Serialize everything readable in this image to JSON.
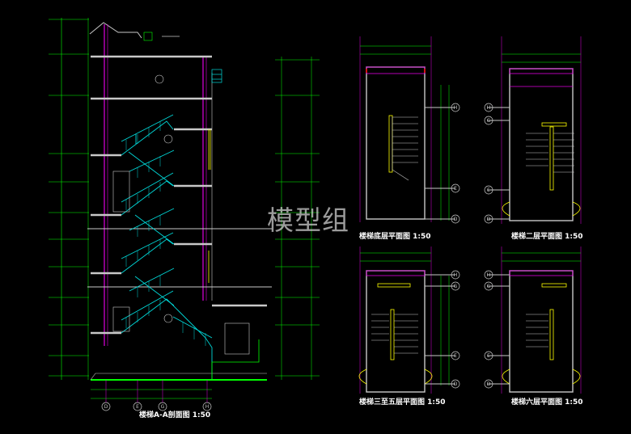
{
  "watermark": "模型组",
  "titles": {
    "section": "楼梯A-A剖面图 1:50",
    "ground": "楼梯底层平面图 1:50",
    "second": "楼梯二层平面图 1:50",
    "third_fifth": "楼梯三至五层平面图 1:50",
    "sixth": "楼梯六层平面图 1:50"
  },
  "grid_labels": {
    "section_bottom": [
      "D",
      "E",
      "G",
      "H"
    ],
    "plan_right": [
      "H",
      "G",
      "E",
      "D"
    ]
  },
  "colors": {
    "background": "#000000",
    "stair": "#00d8d8",
    "grid": "#e000e0",
    "dimension": "#00ff00",
    "label": "#ffffff",
    "accent": "#ffff00",
    "wall": "#c8c8c8"
  }
}
